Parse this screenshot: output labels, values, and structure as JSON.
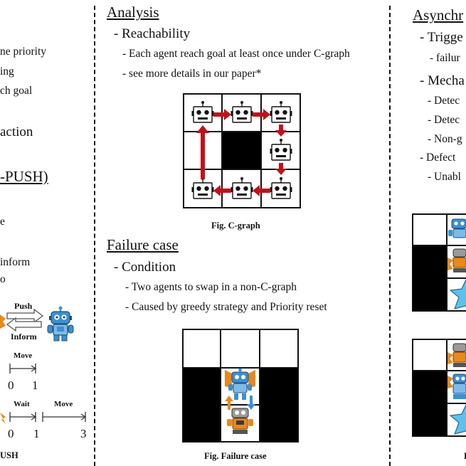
{
  "left": {
    "lines": [
      "ne priority",
      "ing",
      "ch goal",
      "action"
    ],
    "heading": "-PUSH)",
    "lines2": [
      "e",
      "inform",
      "o"
    ],
    "push_label": "Push",
    "inform_label": "Inform",
    "move_label": "Move",
    "wait_label": "Wait",
    "tick0": "0",
    "tick1": "1",
    "tick0b": "0",
    "tick1b": "1",
    "tick3": "3",
    "caption": "USH"
  },
  "middle": {
    "analysis_title": "Analysis",
    "reach_title": "- Reachability",
    "reach_items": [
      "- Each agent reach goal at least once under C-graph",
      "- see more details in our paper*"
    ],
    "fig1_caption": "Fig. C-graph",
    "failure_title": "Failure case",
    "condition_title": "- Condition",
    "condition_items": [
      "- Two agents to swap in a non-C-graph",
      "- Caused by greedy strategy and Priority reset"
    ],
    "fig2_caption": "Fig. Failure case"
  },
  "right": {
    "title": "Asynchr",
    "items": [
      "- Trigge",
      "- failur",
      "- Mecha",
      "- Detec",
      "- Detec",
      "- Non-g",
      "- Defect",
      "- Unabl"
    ],
    "caption": "F"
  },
  "colors": {
    "arrow_red": "#c0121a",
    "robot_blue": "#3d8fcf",
    "robot_orange": "#e8891c",
    "star_blue": "#5cc2ea"
  },
  "icons": [
    "robot-icon",
    "star-icon",
    "arrow-icon"
  ]
}
